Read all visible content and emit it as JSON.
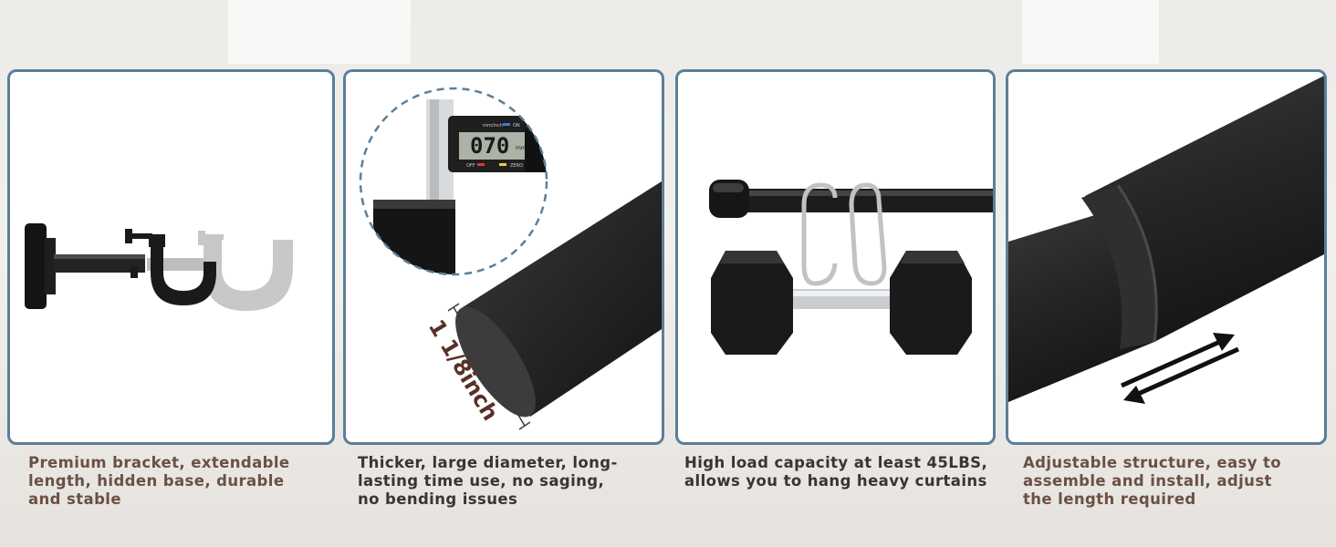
{
  "panels": [
    {
      "caption": [
        "Premium bracket, extendable",
        "length, hidden base, durable",
        "and stable"
      ]
    },
    {
      "caption": [
        "Thicker, large diameter, long-",
        "lasting time use, no saging,",
        "no bending issues"
      ],
      "dimension_label": "1 1/8inch",
      "caliper": {
        "display": "070",
        "unit": "mm",
        "top_label": "mm/inch",
        "on_label": "ON",
        "off_label": "OFF",
        "zero_label": "ZERO"
      }
    },
    {
      "caption": [
        "High load capacity at least 45LBS,",
        "allows you to hang heavy curtains"
      ]
    },
    {
      "caption": [
        "Adjustable structure, easy to",
        "assemble and install, adjust",
        "the length required"
      ]
    }
  ],
  "colors": {
    "panel_border": "#5b7f99",
    "rod": "#2a2a2a",
    "caption_brown": "#6b5044",
    "caption_dark": "#3b3431"
  }
}
